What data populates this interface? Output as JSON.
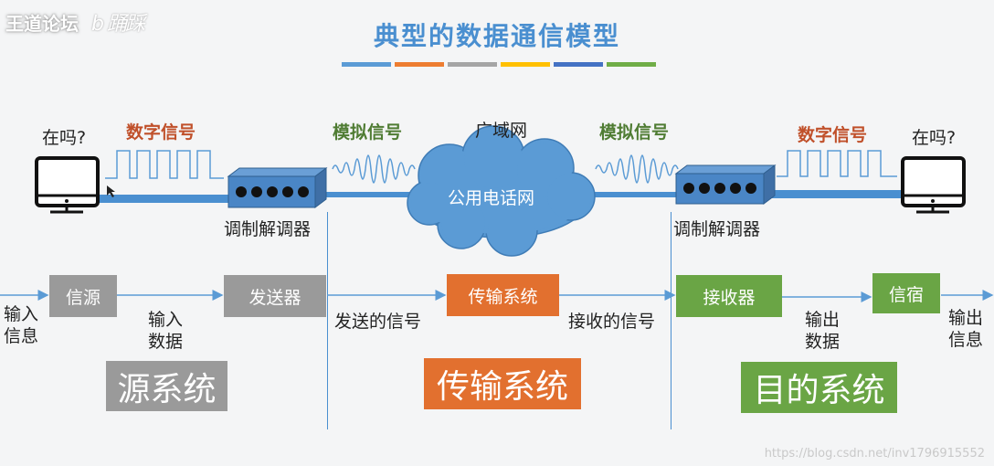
{
  "header": {
    "logo_text": "王道论坛",
    "logo_signature": "b 踊踩",
    "title": "典型的数据通信模型",
    "color_bars": [
      "#5b9bd5",
      "#ed7d31",
      "#a5a5a5",
      "#ffc000",
      "#4472c4",
      "#70ad47"
    ]
  },
  "top": {
    "left_question": "在吗?",
    "right_question": "在吗?",
    "left_digital_label": "数字信号",
    "right_digital_label": "数字信号",
    "left_analog_label": "模拟信号",
    "right_analog_label": "模拟信号",
    "wan_label": "广域网",
    "cloud_label": "公用电话网",
    "left_modem_label": "调制解调器",
    "right_modem_label": "调制解调器"
  },
  "flow": {
    "input_info": "输入\n信息",
    "source_box": "信源",
    "input_data": "输入\n数据",
    "sender_box": "发送器",
    "sent_signal": "发送的信号",
    "transmission_box": "传输系统",
    "received_signal": "接收的信号",
    "receiver_box": "接收器",
    "output_data": "输出\n数据",
    "destination_box": "信宿",
    "output_info": "输出\n信息"
  },
  "systems": {
    "source": "源系统",
    "transmission": "传输系统",
    "destination": "目的系统"
  },
  "colors": {
    "title_blue": "#4a8fd0",
    "line_blue": "#4a8fd0",
    "gray": "#9a9a9a",
    "orange": "#e2702f",
    "green": "#6aa545",
    "digital_label": "#c0502a",
    "analog_label": "#4f7c33"
  },
  "watermark": "https://blog.csdn.net/inv1796915552"
}
